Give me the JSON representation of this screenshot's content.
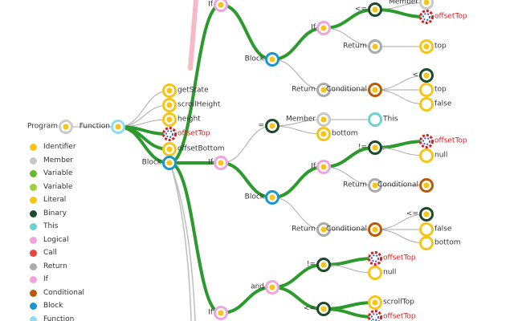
{
  "colors": {
    "Identifier": "#f5c518",
    "Member": "#c8c8c8",
    "Variable": "#6ab82e",
    "Variable2": "#9ad23c",
    "Literal": "#f5c518",
    "Binary": "#1d4a2a",
    "This": "#6fd0d0",
    "Logical": "#f0a3de",
    "Call": "#e9463c",
    "Return": "#ababab",
    "If": "#f0a3de",
    "Conditional": "#bc5a08",
    "Block": "#1796cf",
    "Function": "#8fdcf0",
    "Program": "#cccccc",
    "edge_thick": "#2d9a2d",
    "edge_thin": "#aaaaaa",
    "edge_pink": "#f7b9c8",
    "marker_red": "#e0191b",
    "marker_blue": "#3a5fcf"
  },
  "legend": [
    {
      "label": "Identifier",
      "type": "Identifier"
    },
    {
      "label": "Member",
      "type": "Member"
    },
    {
      "label": "Variable",
      "type": "Variable"
    },
    {
      "label": "Variable",
      "type": "Variable2"
    },
    {
      "label": "Literal",
      "type": "Literal"
    },
    {
      "label": "Binary",
      "type": "Binary"
    },
    {
      "label": "This",
      "type": "This"
    },
    {
      "label": "Logical",
      "type": "Logical"
    },
    {
      "label": "Call",
      "type": "Call"
    },
    {
      "label": "Return",
      "type": "Return"
    },
    {
      "label": "If",
      "type": "If"
    },
    {
      "label": "Conditional",
      "type": "Conditional"
    },
    {
      "label": "Block",
      "type": "Block"
    },
    {
      "label": "Function",
      "type": "Function"
    }
  ],
  "nodes": [
    {
      "id": "program",
      "type": "Program",
      "label": "Program"
    },
    {
      "id": "function",
      "type": "Function",
      "label": "Function"
    },
    {
      "id": "getState",
      "type": "Identifier",
      "label": "getState"
    },
    {
      "id": "scrollHeight",
      "type": "Identifier",
      "label": "scrollHeight"
    },
    {
      "id": "height",
      "type": "Identifier",
      "label": "height"
    },
    {
      "id": "offsetTop1",
      "type": "Identifier",
      "label": "offsetTop",
      "marked": true
    },
    {
      "id": "offsetBottom",
      "type": "Identifier",
      "label": "offsetBottom"
    },
    {
      "id": "block1",
      "type": "Block",
      "label": "Block"
    },
    {
      "id": "ifTop",
      "type": "If",
      "label": "If"
    },
    {
      "id": "blockTop",
      "type": "Block",
      "label": "Block"
    },
    {
      "id": "ifTop2",
      "type": "If",
      "label": "If"
    },
    {
      "id": "binLE1",
      "type": "Binary",
      "label": "<="
    },
    {
      "id": "member1",
      "type": "Member",
      "label": "Member"
    },
    {
      "id": "offsetTop2",
      "type": "Identifier",
      "label": "offsetTop",
      "marked": true
    },
    {
      "id": "return1",
      "type": "Return",
      "label": "Return"
    },
    {
      "id": "top1",
      "type": "Identifier",
      "label": "top"
    },
    {
      "id": "return2",
      "type": "Return",
      "label": "Return"
    },
    {
      "id": "cond1",
      "type": "Conditional",
      "label": "Conditional"
    },
    {
      "id": "binLT",
      "type": "Binary",
      "label": "<"
    },
    {
      "id": "top2",
      "type": "Literal",
      "label": "top"
    },
    {
      "id": "false1",
      "type": "Literal",
      "label": "false"
    },
    {
      "id": "binEq1",
      "type": "Binary",
      "label": "="
    },
    {
      "id": "member2",
      "type": "Member",
      "label": "Member"
    },
    {
      "id": "this1",
      "type": "This",
      "label": "This"
    },
    {
      "id": "bottom1",
      "type": "Identifier",
      "label": "bottom"
    },
    {
      "id": "ifMid",
      "type": "If",
      "label": "If"
    },
    {
      "id": "binNeq1",
      "type": "Binary",
      "label": "!="
    },
    {
      "id": "offsetTop3",
      "type": "Identifier",
      "label": "offsetTop",
      "marked": true
    },
    {
      "id": "null1",
      "type": "Literal",
      "label": "null"
    },
    {
      "id": "blockMid",
      "type": "Block",
      "label": "Block"
    },
    {
      "id": "ifMid2",
      "type": "If",
      "label": "If"
    },
    {
      "id": "return3",
      "type": "Return",
      "label": "Return"
    },
    {
      "id": "cond2",
      "type": "Conditional",
      "label": "Conditional"
    },
    {
      "id": "return4",
      "type": "Return",
      "label": "Return"
    },
    {
      "id": "cond3",
      "type": "Conditional",
      "label": "Conditional"
    },
    {
      "id": "binLE2",
      "type": "Binary",
      "label": "<="
    },
    {
      "id": "false2",
      "type": "Literal",
      "label": "false"
    },
    {
      "id": "bottom2",
      "type": "Literal",
      "label": "bottom"
    },
    {
      "id": "ifBot",
      "type": "If",
      "label": "If"
    },
    {
      "id": "and1",
      "type": "Logical",
      "label": "and"
    },
    {
      "id": "binNeq2",
      "type": "Binary",
      "label": "!="
    },
    {
      "id": "offsetTop4",
      "type": "Identifier",
      "label": "offsetTop",
      "marked": true
    },
    {
      "id": "null2",
      "type": "Literal",
      "label": "null"
    },
    {
      "id": "binLE3",
      "type": "Binary",
      "label": "<="
    },
    {
      "id": "scrollTop",
      "type": "Identifier",
      "label": "scrollTop"
    },
    {
      "id": "offsetTop5",
      "type": "Identifier",
      "label": "offsetTop",
      "marked": true
    }
  ],
  "edges": [
    {
      "from": "program",
      "to": "function",
      "thick": false
    },
    {
      "from": "function",
      "to": "getState",
      "thick": false
    },
    {
      "from": "function",
      "to": "scrollHeight",
      "thick": false
    },
    {
      "from": "function",
      "to": "height",
      "thick": false
    },
    {
      "from": "function",
      "to": "offsetTop1",
      "thick": true
    },
    {
      "from": "function",
      "to": "offsetBottom",
      "thick": true
    },
    {
      "from": "function",
      "to": "block1",
      "thick": true
    },
    {
      "from": "block1",
      "to": "ifTop",
      "thick": true
    },
    {
      "from": "block1",
      "to": "ifMid",
      "thick": true
    },
    {
      "from": "block1",
      "to": "ifBot",
      "thick": true
    },
    {
      "from": "ifTop",
      "to": "blockTop",
      "thick": true
    },
    {
      "from": "blockTop",
      "to": "ifTop2",
      "thick": true
    },
    {
      "from": "blockTop",
      "to": "return2",
      "thick": false
    },
    {
      "from": "ifTop2",
      "to": "binLE1",
      "thick": true
    },
    {
      "from": "ifTop2",
      "to": "return1",
      "thick": false
    },
    {
      "from": "binLE1",
      "to": "member1",
      "thick": false
    },
    {
      "from": "binLE1",
      "to": "offsetTop2",
      "thick": true
    },
    {
      "from": "return1",
      "to": "top1",
      "thick": false
    },
    {
      "from": "return2",
      "to": "cond1",
      "thick": false
    },
    {
      "from": "cond1",
      "to": "binLT",
      "thick": false
    },
    {
      "from": "cond1",
      "to": "top2",
      "thick": false
    },
    {
      "from": "cond1",
      "to": "false1",
      "thick": false
    },
    {
      "from": "ifMid",
      "to": "binEq1",
      "thick": false
    },
    {
      "from": "ifMid",
      "to": "blockMid",
      "thick": true
    },
    {
      "from": "binEq1",
      "to": "member2",
      "thick": false
    },
    {
      "from": "binEq1",
      "to": "bottom1",
      "thick": false
    },
    {
      "from": "member2",
      "to": "this1",
      "thick": false
    },
    {
      "from": "blockMid",
      "to": "ifMid2",
      "thick": true
    },
    {
      "from": "blockMid",
      "to": "return4",
      "thick": false
    },
    {
      "from": "ifMid2",
      "to": "binNeq1",
      "thick": true
    },
    {
      "from": "ifMid2",
      "to": "return3",
      "thick": false
    },
    {
      "from": "binNeq1",
      "to": "offsetTop3",
      "thick": true
    },
    {
      "from": "binNeq1",
      "to": "null1",
      "thick": false
    },
    {
      "from": "return3",
      "to": "cond2",
      "thick": false
    },
    {
      "from": "return4",
      "to": "cond3",
      "thick": false
    },
    {
      "from": "cond3",
      "to": "binLE2",
      "thick": false
    },
    {
      "from": "cond3",
      "to": "false2",
      "thick": false
    },
    {
      "from": "cond3",
      "to": "bottom2",
      "thick": false
    },
    {
      "from": "ifBot",
      "to": "and1",
      "thick": true
    },
    {
      "from": "and1",
      "to": "binNeq2",
      "thick": true
    },
    {
      "from": "and1",
      "to": "binLE3",
      "thick": true
    },
    {
      "from": "binNeq2",
      "to": "offsetTop4",
      "thick": true
    },
    {
      "from": "binNeq2",
      "to": "null2",
      "thick": false
    },
    {
      "from": "binLE3",
      "to": "scrollTop",
      "thick": true
    },
    {
      "from": "binLE3",
      "to": "offsetTop5",
      "thick": true
    }
  ]
}
